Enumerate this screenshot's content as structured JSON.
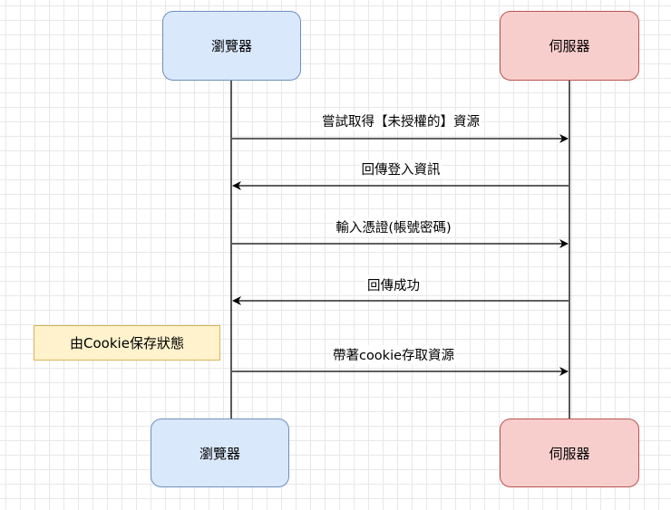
{
  "participants": {
    "browser": "瀏覽器",
    "server": "伺服器"
  },
  "messages": [
    {
      "label": "嘗試取得【未授權的】資源",
      "direction": "browser-to-server"
    },
    {
      "label": "回傳登入資訊",
      "direction": "server-to-browser"
    },
    {
      "label": "輸入憑證(帳號密碼)",
      "direction": "browser-to-server"
    },
    {
      "label": "回傳成功",
      "direction": "server-to-browser"
    },
    {
      "label": "帶著cookie存取資源",
      "direction": "browser-to-server"
    }
  ],
  "note": "由Cookie保存狀態",
  "colors": {
    "browser_fill": "#dae8fc",
    "browser_stroke": "#6c8ebf",
    "server_fill": "#f8cecc",
    "server_stroke": "#b85450",
    "note_fill": "#fff2cc",
    "note_stroke": "#d6b656"
  }
}
